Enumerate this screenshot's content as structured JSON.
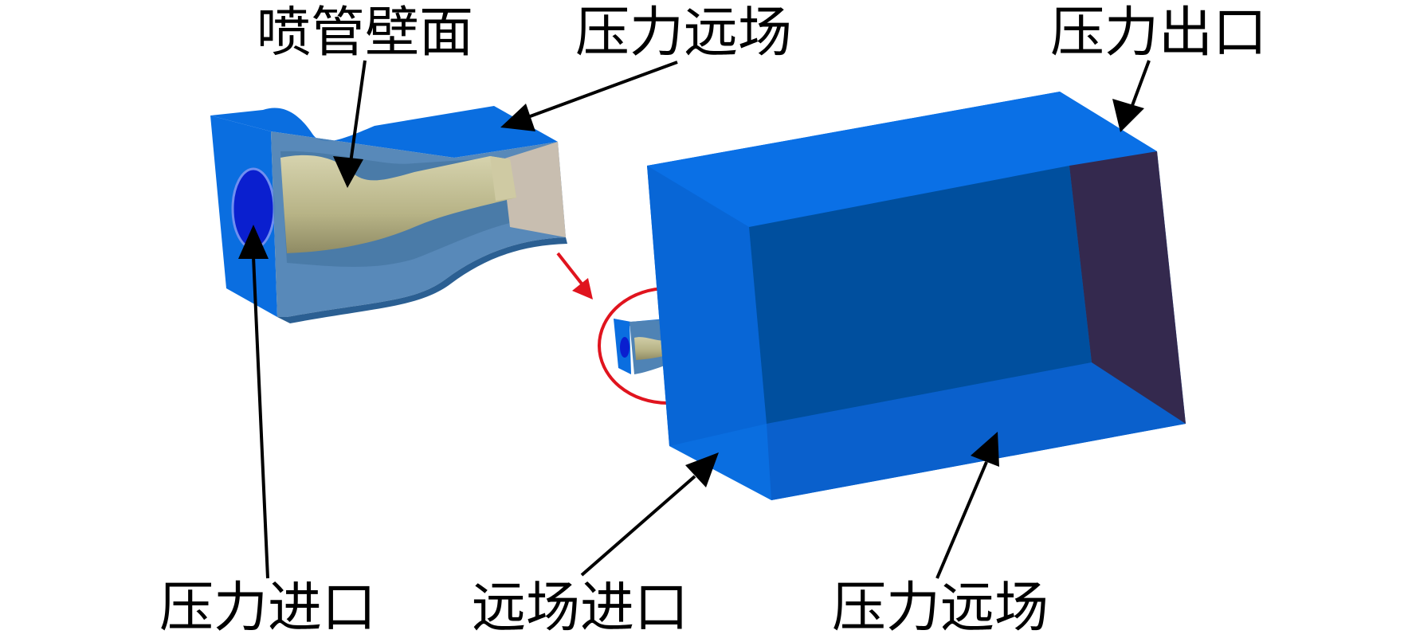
{
  "labels": {
    "nozzle_wall": "喷管壁面",
    "pressure_far_field_top": "压力远场",
    "pressure_outlet": "压力出口",
    "pressure_inlet": "压力进口",
    "far_field_inlet": "远场进口",
    "pressure_far_field_bottom": "压力远场"
  },
  "colors": {
    "box_blue": "#0a6ee0",
    "box_face": "#0058b8",
    "interior": "#004f9e",
    "outlet_face": "#34294e",
    "inlet_disc": "#0a1fcf",
    "nozzle": "#b8b48a",
    "translucent_wall": "#4f83b5",
    "exit_window": "#c8beb0",
    "arrow": "#000000",
    "highlight": "#e0141e"
  }
}
